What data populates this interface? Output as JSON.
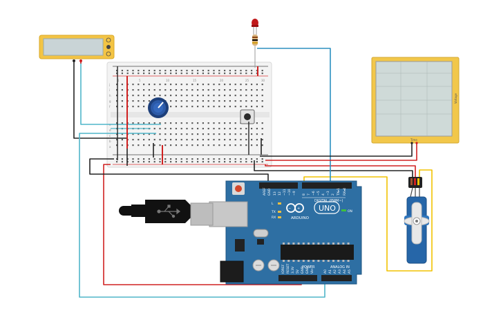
{
  "arduino": {
    "brand": "ARDUINO",
    "model": "UNO",
    "digital_header": "DIGITAL (PWM~)",
    "power_label": "POWER",
    "analog_label": "ANALOG IN",
    "on_label": "ON",
    "tx_label": "TX",
    "rx_label": "RX",
    "l_label": "L",
    "aref": "AREF",
    "gnd": "GND",
    "digital_pins": [
      "13",
      "12",
      "~11",
      "~10",
      "~9",
      "8",
      "7",
      "~6",
      "~5",
      "4",
      "~3",
      "2",
      "TX▸1",
      "RX◂0"
    ],
    "power_pins": [
      "IOREF",
      "RESET",
      "3.3V",
      "5V",
      "GND",
      "GND",
      "Vin"
    ],
    "analog_pins": [
      "A0",
      "A1",
      "A2",
      "A3",
      "A4",
      "A5"
    ]
  },
  "oscilloscope": {
    "x_label": "Time",
    "y_label": "Voltage"
  },
  "breadboard": {
    "row_letters_top": [
      "j",
      "i",
      "h",
      "g",
      "f"
    ],
    "row_letters_bottom": [
      "e",
      "d",
      "c",
      "b",
      "a"
    ],
    "column_numbers": [
      "1",
      "5",
      "10",
      "15",
      "20",
      "25",
      "30"
    ]
  },
  "colors": {
    "arduino_blue": "#2e6fa3",
    "wire_red": "#d02020",
    "wire_black": "#222222",
    "wire_teal": "#4fb6c9",
    "wire_yellow": "#f2c200",
    "wire_cyan_blue": "#2b8fbf",
    "lcd_frame": "#f3c444",
    "scope_frame": "#f2c74a"
  }
}
